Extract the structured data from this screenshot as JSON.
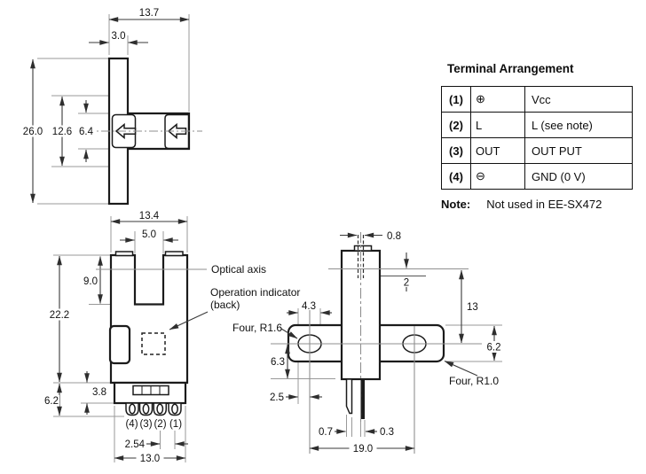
{
  "drawing": {
    "side_view": {
      "width_top": "13.7",
      "thickness": "3.0",
      "height": "26.0",
      "mid_height": "12.6",
      "arm_height": "6.4"
    },
    "front_view": {
      "width": "13.4",
      "slot_width": "5.0",
      "slot_depth": "9.0",
      "height": "22.2",
      "base_height": "3.8",
      "bottom_height": "6.2",
      "pitch": "2.54",
      "base_width": "13.0",
      "optical_axis_label": "Optical axis",
      "indicator_line1": "Operation indicator",
      "indicator_line2": "(back)",
      "terminal_labels": [
        "(4)",
        "(3)",
        "(2)",
        "(1)"
      ]
    },
    "rear_view": {
      "pin_width": "0.8",
      "lens_height": "2",
      "axis_to_hole": "13",
      "hole_length": "4.3",
      "hole_inset": "2.5",
      "below_hole": "6.3",
      "flange_height": "6.2",
      "pin_left": "0.7",
      "pin_right": "0.3",
      "hole_span": "19.0",
      "four_r16": "Four, R1.6",
      "four_r10": "Four, R1.0"
    }
  },
  "table": {
    "title": "Terminal Arrangement",
    "rows": [
      {
        "no": "(1)",
        "sym": "⊕",
        "desc": "Vcc"
      },
      {
        "no": "(2)",
        "sym": "L",
        "desc": "L (see note)"
      },
      {
        "no": "(3)",
        "sym": "OUT",
        "desc": "OUT PUT"
      },
      {
        "no": "(4)",
        "sym": "⊖",
        "desc": "GND (0 V)"
      }
    ],
    "note_label": "Note:",
    "note_text": "Not used in EE-SX472"
  }
}
